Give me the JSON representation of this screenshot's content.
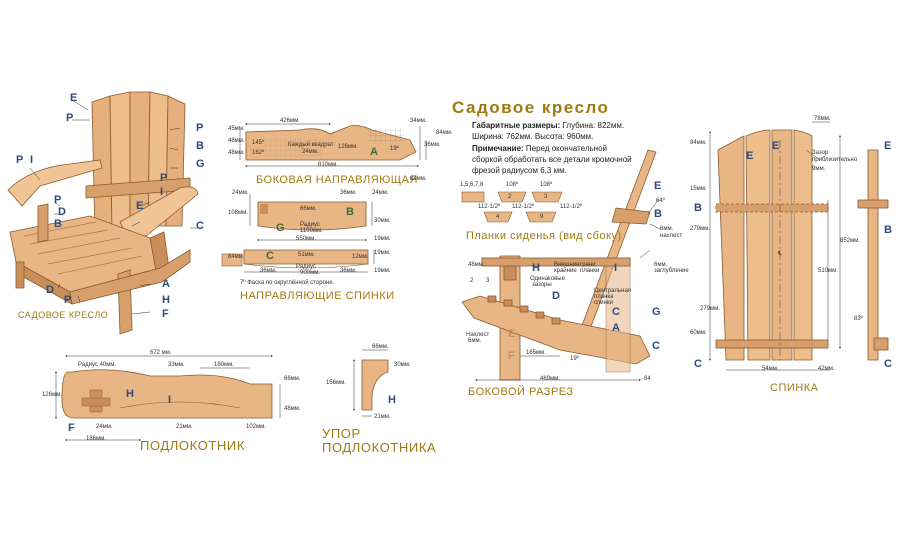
{
  "title": "Садовое кресло",
  "overall": {
    "label": "Габаритные размеры:",
    "line1": "Глубина: 822мм.",
    "line2": "Ширина: 762мм. Высота: 960мм."
  },
  "note": {
    "label": "Примечание:",
    "text1": "Перед окончательной",
    "text2": "сборкой обработать все детали кромочной",
    "text3": "фрезой радиусом 6,3 мм."
  },
  "captions": {
    "chair": "САДОВОЕ   КРЕСЛО",
    "side_rail": "БОКОВАЯ   НАПРАВЛЯЮЩАЯ",
    "back_rails": "НАПРАВЛЯЮЩИЕ   СПИНКИ",
    "armrest": "ПОДЛОКОТНИК",
    "armrest_stop_1": "УПОР",
    "armrest_stop_2": "ПОДЛОКОТНИКА",
    "seat_slats": "Планки   сиденья   (вид   сбоку)",
    "section": "БОКОВОЙ   РАЗРЕЗ",
    "back": "СПИНКА"
  },
  "side_rail_dims": {
    "d426": "426мм.",
    "d45": "45мм.",
    "d48a": "48мм.",
    "d48b": "48мм.",
    "a145": "145º",
    "a162": "162º",
    "square": "Каждый квадрат",
    "square2": "24мм.",
    "d126": "126мм.",
    "a19": "19º",
    "d34": "34мм.",
    "d84a": "84мм.",
    "d36": "36мм.",
    "d84b": "84мм.",
    "d810": "810мм."
  },
  "back_rail_dims": {
    "d24a": "24мм.",
    "d36a": "36мм.",
    "d24b": "24мм.",
    "d108": "108мм.",
    "d66": "66мм.",
    "d30": "30мм.",
    "radius1": "Радиус",
    "radius1b": "1100мм.",
    "d550": "550мм.",
    "d19a": "19мм.",
    "d84": "84мм.",
    "d51": "51мм.",
    "d12": "12мм.",
    "radius2": "Радиус",
    "radius2b": "900мм.",
    "d36b": "36мм.",
    "d36c": "36мм.",
    "d19b": "19мм.",
    "chamfer": "7º Фаска по округлённой стороне.",
    "d19c": "19мм."
  },
  "armrest_dims": {
    "d672": "672 мм.",
    "radius": "Радиус 40мм.",
    "d33": "33мм.",
    "d180": "180мм.",
    "d66": "66мм.",
    "d126": "126мм.",
    "d48": "48мм.",
    "d24": "24мм.",
    "d21": "21мм.",
    "d102": "102мм.",
    "d186": "186мм."
  },
  "stop_dims": {
    "d66": "66мм.",
    "d30": "30мм.",
    "d156": "156мм.",
    "d21": "21мм."
  },
  "slat_labels": {
    "set1": "1,5,6,7,8",
    "a1": "108º",
    "a2": "108º",
    "n2": "2",
    "n3": "3",
    "n4": "4",
    "n9": "9",
    "a3": "112-1/2º",
    "a4": "112-1/2º",
    "a5": "112-1/2º"
  },
  "section_labels": {
    "a64": "64º",
    "overlap6": "6мм.",
    "overlap6b": "нахлест",
    "d6": "6мм.",
    "plug": "заглубление",
    "d48": "48мм.",
    "outer": "Внешние",
    "outer2": "крайние",
    "outer3": "грани",
    "outer4": "планки",
    "gaps": "Одинаковые",
    "gaps2": "зазоры",
    "center": "Центральная",
    "center2": "планка",
    "center3": "спинки",
    "overlap": "Нахлест",
    "overlap2": "6мм.",
    "d165": "165мм.",
    "d469": "469мм.",
    "a19": "19º",
    "a84": "84"
  },
  "back_labels": {
    "d78": "78мм.",
    "d84": "84мм.",
    "gap1": "Зазор приблизительно",
    "gap2": "9мм.",
    "d15": "15мм.",
    "d279a": "279мм.",
    "d852": "852мм.",
    "d510": "510мм.",
    "d279b": "279мм.",
    "a83": "83º",
    "d60": "60мм.",
    "d54": "54мм.",
    "d42": "42мм.",
    "cl": "℄"
  },
  "part_letters": {
    "A": "A",
    "B": "B",
    "C": "C",
    "D": "D",
    "E": "E",
    "F": "F",
    "G": "G",
    "H": "H",
    "I": "I",
    "P": "P"
  },
  "colors": {
    "wood": "#e8b685",
    "wood_dark": "#c98e5a",
    "outline": "#8a5a2e",
    "caption": "#a07a10",
    "letter": "#2d4a7a",
    "dim_line": "#333333"
  }
}
